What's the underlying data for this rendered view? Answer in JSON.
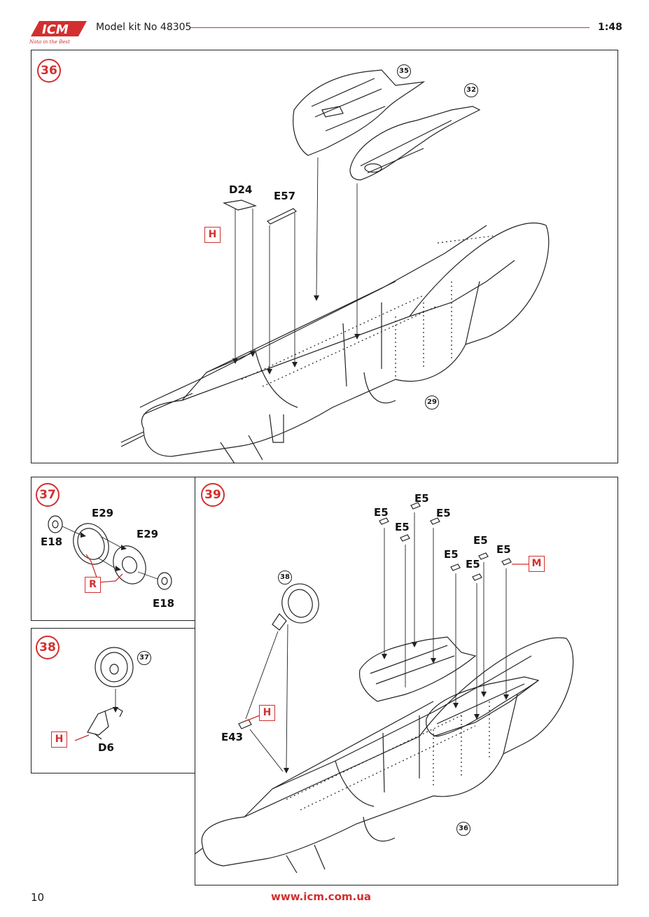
{
  "header": {
    "brand": "ICM",
    "tagline": "Nota in the Best",
    "kit": "Model kit No 48305",
    "scale": "1:48"
  },
  "steps": {
    "s36": {
      "number": "36",
      "refs": [
        "35",
        "32",
        "29"
      ],
      "parts": [
        "D24",
        "E57"
      ],
      "marks": [
        "H"
      ]
    },
    "s37": {
      "number": "37",
      "parts": [
        "E29",
        "E29",
        "E18",
        "E18"
      ],
      "marks": [
        "R"
      ]
    },
    "s38": {
      "number": "38",
      "refs": [
        "37"
      ],
      "parts": [
        "D6"
      ],
      "marks": [
        "H"
      ]
    },
    "s39": {
      "number": "39",
      "refs": [
        "38",
        "36"
      ],
      "parts": [
        "E5",
        "E5",
        "E5",
        "E5",
        "E5",
        "E5",
        "E5",
        "E5",
        "E43"
      ],
      "marks": [
        "H",
        "M"
      ]
    }
  },
  "footer": {
    "page": "10",
    "website": "www.icm.com.ua"
  },
  "colors": {
    "accent": "#d32f2f",
    "ink": "#1a1a1a"
  }
}
